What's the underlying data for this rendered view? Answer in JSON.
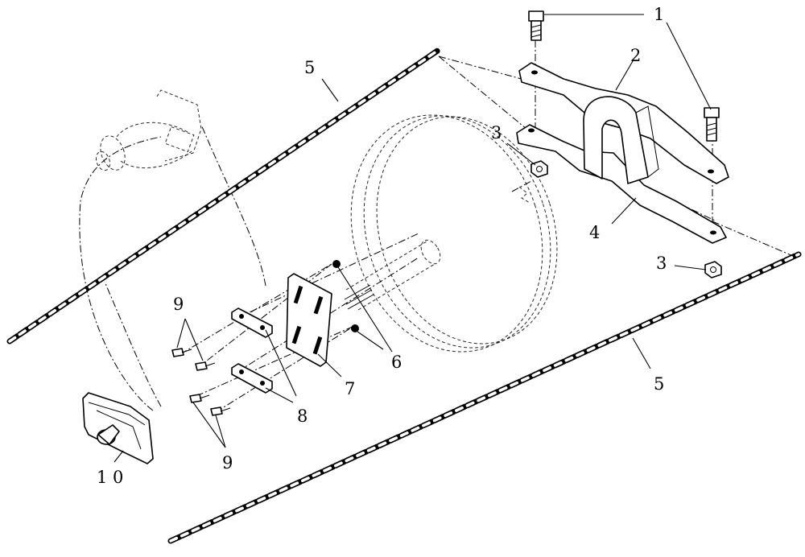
{
  "callouts": {
    "c1": "1",
    "c2": "2",
    "c3a": "3",
    "c3b": "3",
    "c4": "4",
    "c5a": "5",
    "c5b": "5",
    "c6": "6",
    "c7": "7",
    "c8": "8",
    "c9a": "9",
    "c9b": "9",
    "c10": "1 0"
  },
  "colors": {
    "ink": "#000000",
    "paper": "#ffffff"
  }
}
